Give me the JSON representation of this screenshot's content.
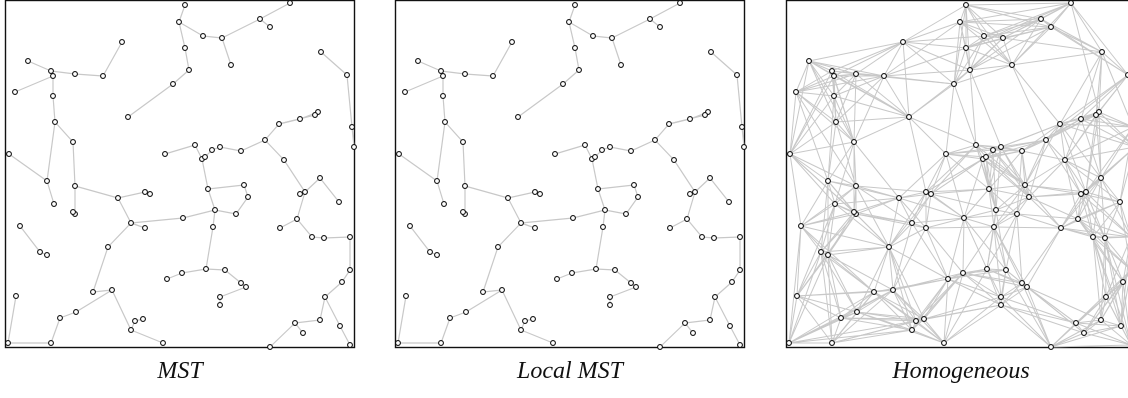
{
  "colors": {
    "edge": "#c8c8c8",
    "node_fill": "#ffffff",
    "node_stroke": "#111111",
    "frame": "#111111"
  },
  "panels": [
    {
      "caption": "MST",
      "graph": "mst"
    },
    {
      "caption": "Local MST",
      "graph": "local_mst"
    },
    {
      "caption": "Homogeneous",
      "graph": "homogeneous"
    }
  ]
}
